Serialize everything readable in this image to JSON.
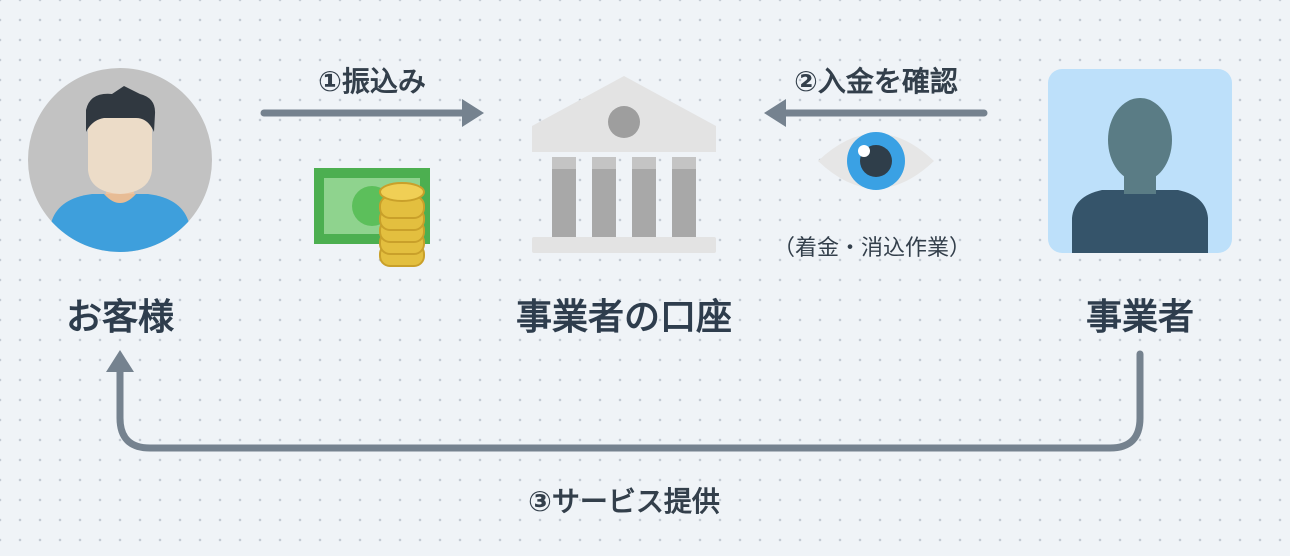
{
  "nodes": {
    "customer": {
      "label": "お客様"
    },
    "account": {
      "label": "事業者の口座"
    },
    "business": {
      "label": "事業者"
    }
  },
  "steps": {
    "transfer": {
      "label": "①振込み"
    },
    "confirm": {
      "label": "②入金を確認",
      "note": "（着金・消込作業）"
    },
    "service": {
      "label": "③サービス提供"
    }
  },
  "icons": {
    "customer": "customer-avatar-icon",
    "money": "cash-and-coins-icon",
    "bank": "bank-building-icon",
    "eye": "eye-icon",
    "business": "business-person-icon"
  },
  "colors": {
    "arrow": "#75828f",
    "text": "#2e3d4d",
    "background": "#eff3f7",
    "customer_circle": "#c2c2c2",
    "customer_shirt": "#3e9fdc",
    "business_tile": "#bde0fa",
    "business_silhouette": "#35546a",
    "bank": "#a8a8a8",
    "cash": "#4caf50",
    "coins": "#e3bf3f",
    "eye_iris": "#3aa1e4"
  }
}
